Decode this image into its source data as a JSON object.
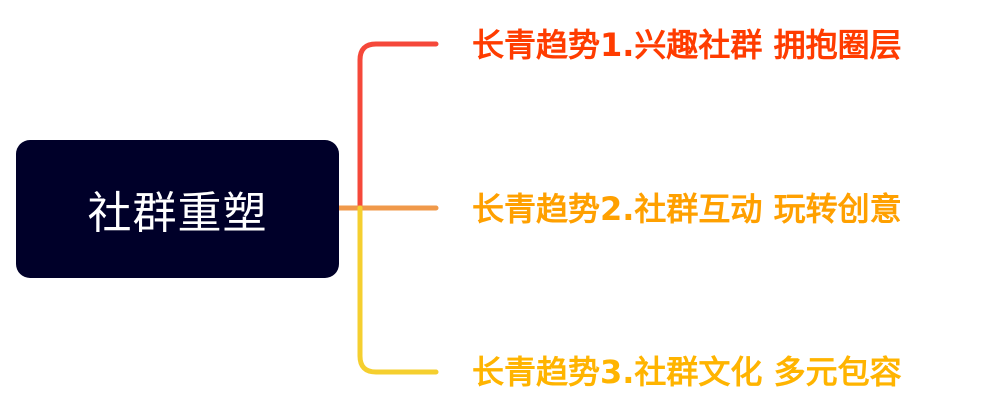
{
  "root": {
    "label": "社群重塑",
    "background": "#000029"
  },
  "branches": [
    {
      "label": "长青趋势1.兴趣社群 拥抱圈层",
      "text_color": "#ff3c00",
      "line_color": "#f5483a"
    },
    {
      "label": "长青趋势2.社群互动 玩转创意",
      "text_color": "#ffa000",
      "line_color": "#f0994a"
    },
    {
      "label": "长青趋势3.社群文化 多元包容",
      "text_color": "#ffb400",
      "line_color": "#f5cf2f"
    }
  ]
}
